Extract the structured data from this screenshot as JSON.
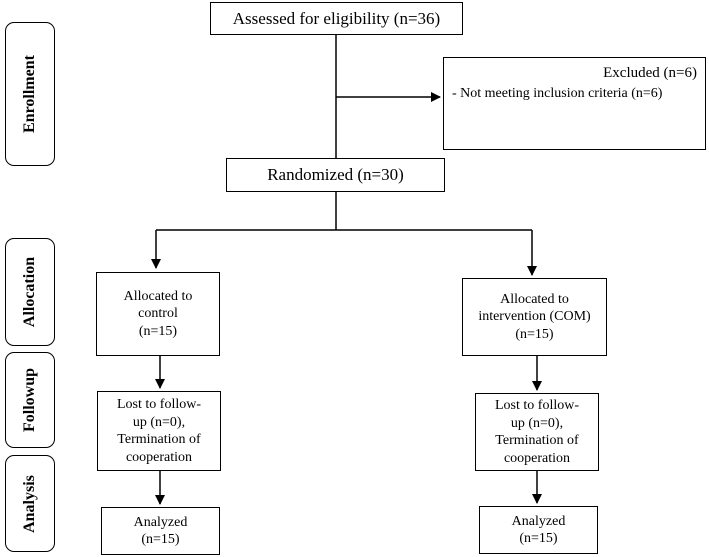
{
  "stages": {
    "enrollment": "Enrollment",
    "allocation": "Allocation",
    "followup": "Followup",
    "analysis": "Analysis"
  },
  "nodes": {
    "assessed": "Assessed for eligibility (n=36)",
    "excluded": {
      "title": "Excluded (n=6)",
      "reason": "- Not meeting inclusion criteria (n=6)"
    },
    "randomized": "Randomized (n=30)",
    "control": {
      "allocated": [
        "Allocated to",
        "control",
        "(n=15)"
      ],
      "followup": [
        "Lost to follow-",
        "up (n=0),",
        "Termination of",
        "cooperation"
      ],
      "analyzed": [
        "Analyzed",
        "(n=15)"
      ]
    },
    "intervention": {
      "allocated": [
        "Allocated to",
        "intervention (COM)",
        "(n=15)"
      ],
      "followup": [
        "Lost to follow-",
        "up (n=0),",
        "Termination of",
        "cooperation"
      ],
      "analyzed": [
        "Analyzed",
        "(n=15)"
      ]
    }
  }
}
